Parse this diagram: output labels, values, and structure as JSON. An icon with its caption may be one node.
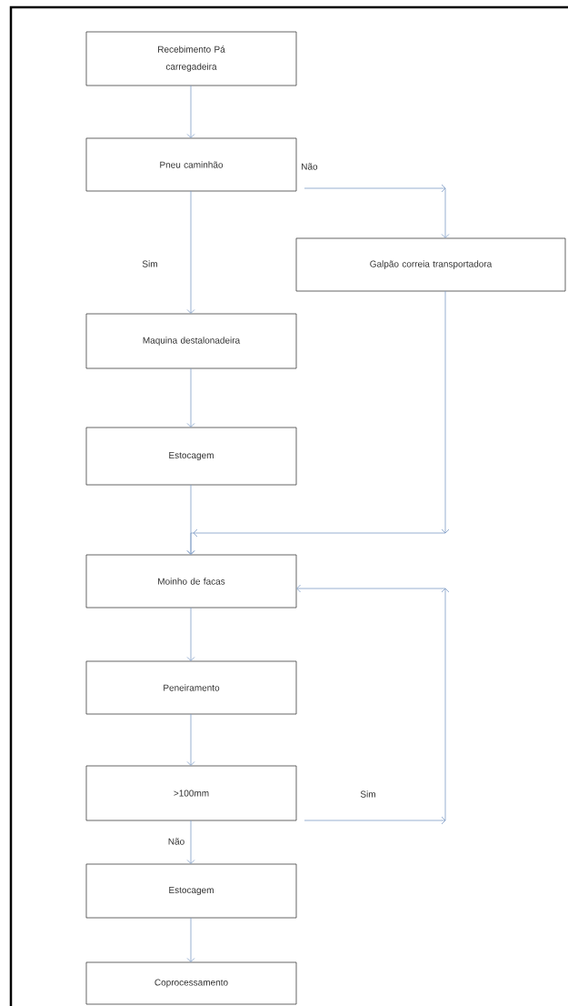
{
  "diagram": {
    "nodes": [
      {
        "text": [
          "Recebimento Pá carregadeira"
        ]
      },
      {
        "text": [
          "Pneu caminhão"
        ]
      },
      {
        "text": [
          "Galpão correia transportadora"
        ]
      },
      {
        "text": [
          "Maquina destalonadeira"
        ]
      },
      {
        "text": [
          "Estocagem"
        ]
      },
      {
        "text": [
          "Moinho de facas"
        ]
      },
      {
        "text": [
          "Peneiramento"
        ]
      },
      {
        "text": [
          ">100mm"
        ]
      },
      {
        "text": [
          "Estocagem"
        ]
      },
      {
        "text": [
          "Coprocessamento"
        ]
      }
    ],
    "edges": [
      {
        "from": 0,
        "to": 1,
        "arrow": "to"
      },
      {
        "from": 1,
        "to": 2,
        "arrow": "to",
        "label": "Não"
      },
      {
        "from": 1,
        "to": 3,
        "arrow": "to",
        "label": "Sim"
      },
      {
        "from": 3,
        "to": 4,
        "arrow": "to"
      },
      {
        "from": 4,
        "to": 5,
        "arrow": "to"
      },
      {
        "from": 2,
        "to": 5,
        "arrow": "to"
      },
      {
        "from": 5,
        "to": 6,
        "arrow": "to"
      },
      {
        "from": 6,
        "to": 7,
        "arrow": "to"
      },
      {
        "from": 7,
        "to": 5,
        "arrow": "to",
        "label": "Sim"
      },
      {
        "from": 7,
        "to": 8,
        "arrow": "to",
        "label": "Não"
      },
      {
        "from": 8,
        "to": 9,
        "arrow": "to"
      }
    ]
  }
}
